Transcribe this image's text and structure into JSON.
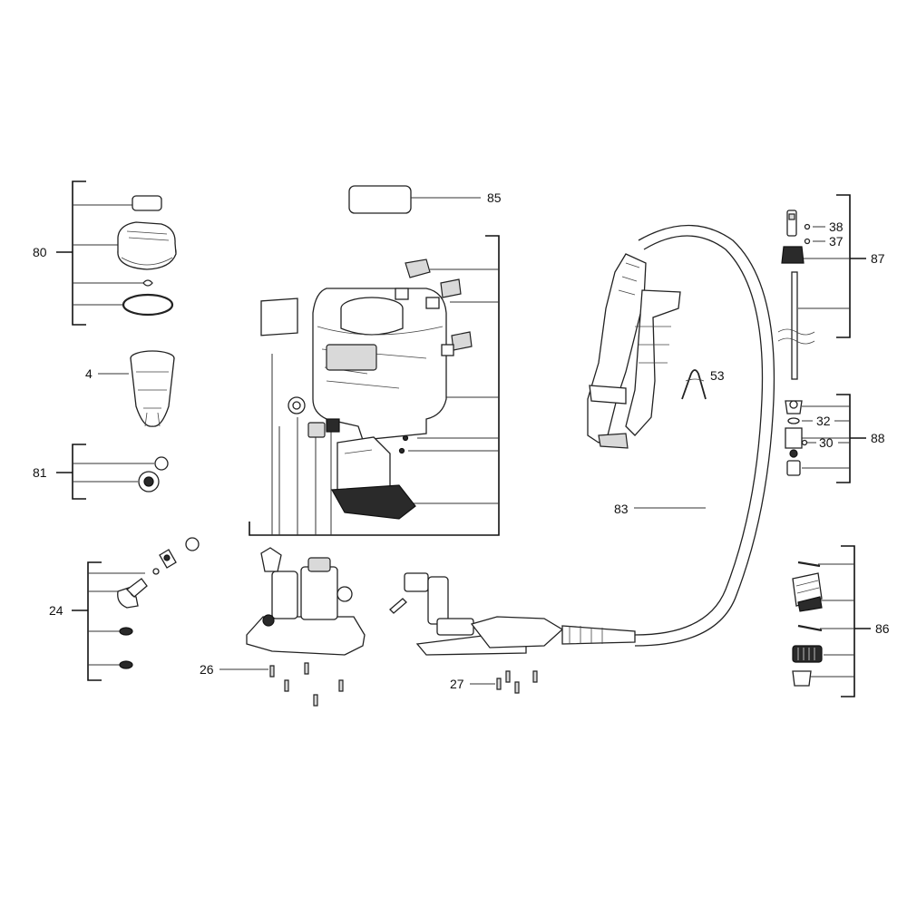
{
  "diagram": {
    "callouts": {
      "c80": "80",
      "c4": "4",
      "c81": "81",
      "c24": "24",
      "c85": "85",
      "c26": "26",
      "c27": "27",
      "c83": "83",
      "c53": "53",
      "c38": "38",
      "c37": "37",
      "c87": "87",
      "c32": "32",
      "c30": "30",
      "c88": "88",
      "c86": "86"
    }
  }
}
